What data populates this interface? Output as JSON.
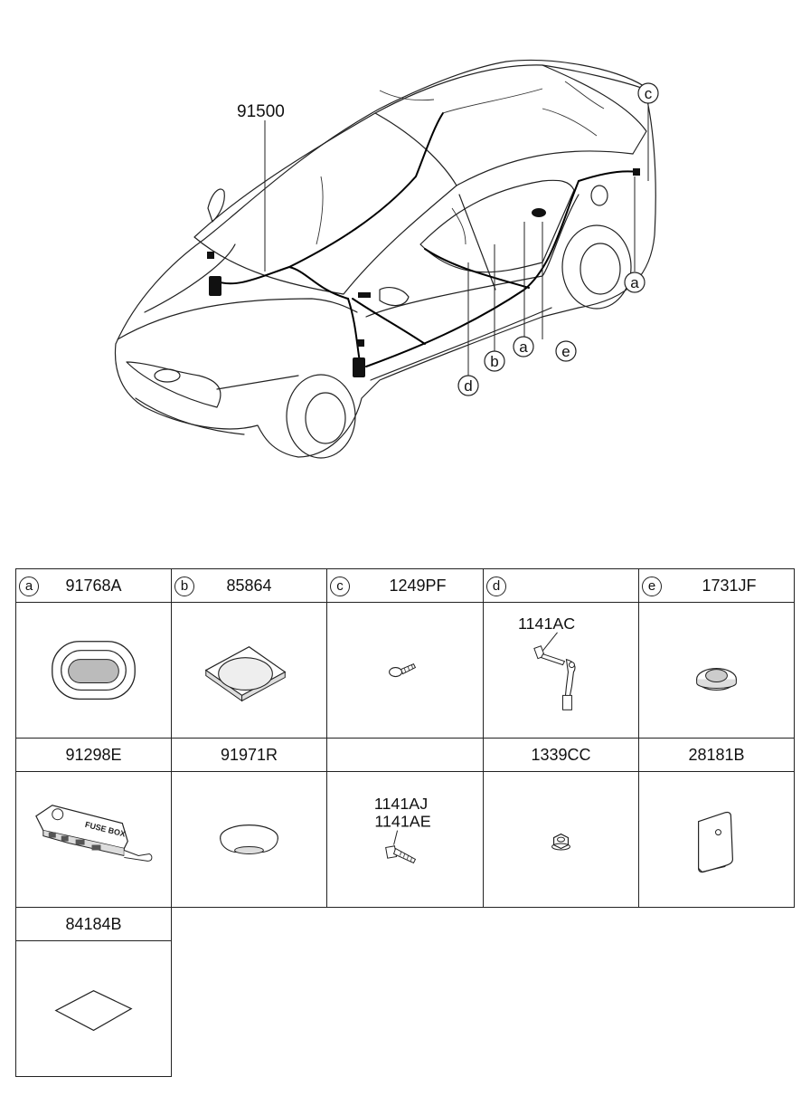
{
  "diagram": {
    "main_part": "91500",
    "callouts": [
      "c",
      "a",
      "a",
      "b",
      "e",
      "d"
    ]
  },
  "parts": [
    {
      "letter": "a",
      "code": "91768A",
      "icon": "grommet-icon"
    },
    {
      "letter": "b",
      "code": "85864",
      "icon": "pad-icon"
    },
    {
      "letter": "c",
      "code": "1249PF",
      "icon": "screw-icon"
    },
    {
      "letter": "d",
      "code": "",
      "inner_label": "1141AC",
      "icon": "ground-bolt-icon"
    },
    {
      "letter": "e",
      "code": "1731JF",
      "icon": "plug-icon"
    },
    {
      "letter": "",
      "code": "91298E",
      "icon": "fuse-box-icon",
      "fuse_text": "FUSE BOX"
    },
    {
      "letter": "",
      "code": "91971R",
      "icon": "cap-icon"
    },
    {
      "letter": "",
      "code": "",
      "inner_label": "1141AJ",
      "inner_label_2": "1141AE",
      "icon": "bolt-icon"
    },
    {
      "letter": "",
      "code": "1339CC",
      "icon": "nut-icon"
    },
    {
      "letter": "",
      "code": "28181B",
      "icon": "bracket-icon"
    },
    {
      "letter": "",
      "code": "84184B",
      "icon": "sheet-icon"
    }
  ]
}
